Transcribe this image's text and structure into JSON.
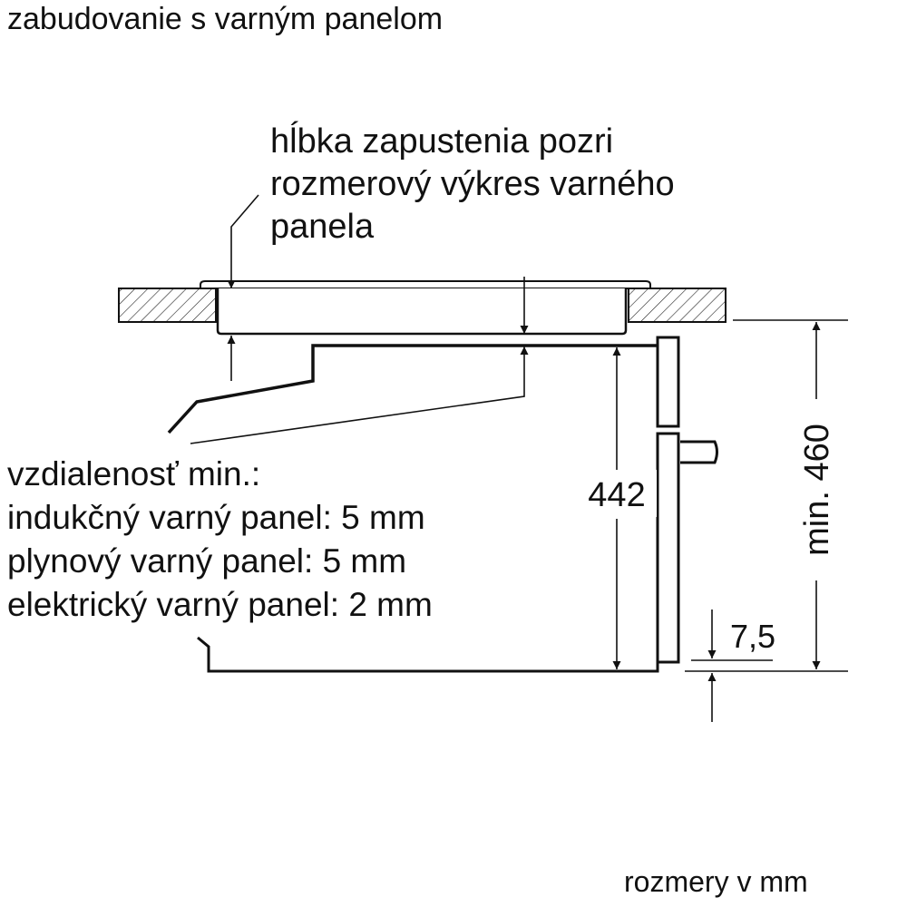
{
  "title": "zabudovanie s varným panelom",
  "depth_note": [
    "hĺbka zapustenia pozri",
    "rozmerový výkres varného",
    "panela"
  ],
  "distance_note": [
    "vzdialenosť min.:",
    "indukčný varný panel: 5 mm",
    "plynový varný panel: 5 mm",
    "elektrický varný panel: 2 mm"
  ],
  "dimensions": {
    "height_442": "442",
    "min_460": "min. 460",
    "offset_7_5": "7,5"
  },
  "units_note": "rozmery v mm"
}
